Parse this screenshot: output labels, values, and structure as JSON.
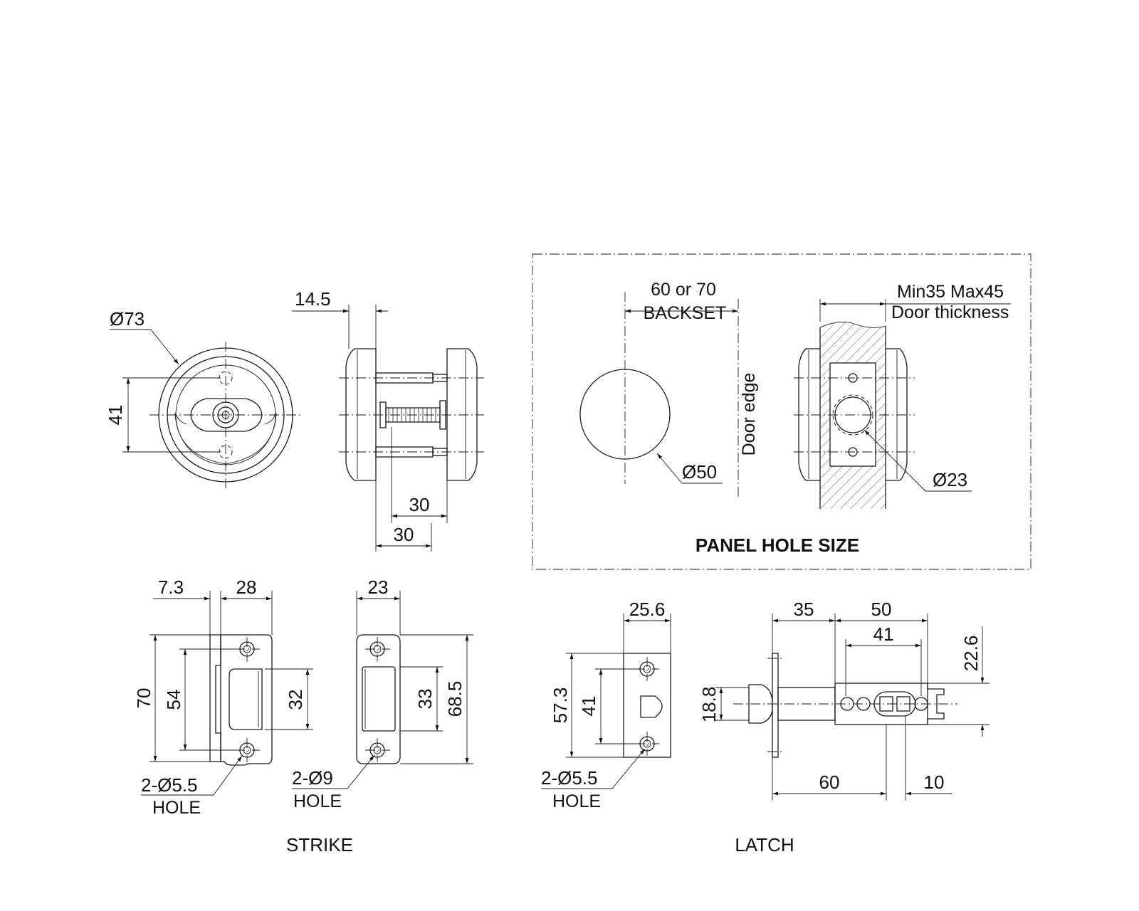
{
  "dimensions": {
    "front_diameter": "Ø73",
    "front_spacing": "41",
    "side_rose_thickness": "14.5",
    "side_30_upper": "30",
    "side_30_lower": "30",
    "strike_offset": "7.3",
    "strike_width": "28",
    "strike_height": "70",
    "strike_screw_spacing": "54",
    "strike_opening": "32",
    "strike2_width": "23",
    "strike2_opening": "33",
    "strike2_height": "68.5",
    "faceplate_width": "25.6",
    "faceplate_height": "57.3",
    "faceplate_screw_spacing": "41",
    "latch_35": "35",
    "latch_50": "50",
    "latch_41": "41",
    "latch_22_6": "22.6",
    "latch_18_8": "18.8",
    "latch_60": "60",
    "latch_10": "10"
  },
  "hole_notes": {
    "strike_holes_spec": "2-Ø5.5",
    "strike_holes_word": "HOLE",
    "strike2_holes_spec": "2-Ø9",
    "strike2_holes_word": "HOLE",
    "latch_holes_spec": "2-Ø5.5",
    "latch_holes_word": "HOLE"
  },
  "panel": {
    "title": "PANEL HOLE SIZE",
    "backset_value": "60 or 70",
    "backset_label": "BACKSET",
    "door_edge": "Door edge",
    "hole_diameter": "Ø50",
    "thickness_value": "Min35 Max45",
    "thickness_label": "Door thickness",
    "latch_hole_diameter": "Ø23"
  },
  "captions": {
    "strike": "STRIKE",
    "latch": "LATCH"
  }
}
